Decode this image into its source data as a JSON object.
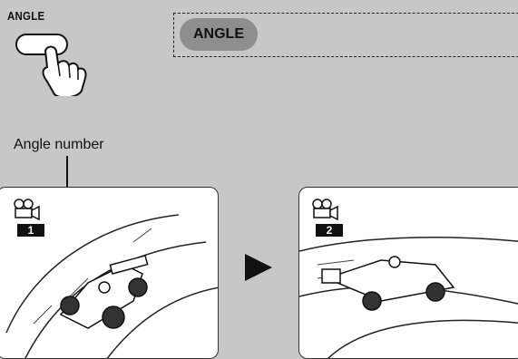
{
  "remote": {
    "button_label": "ANGLE"
  },
  "osd": {
    "label": "ANGLE"
  },
  "callout": {
    "label": "Angle number"
  },
  "screens": [
    {
      "angle_number": "1"
    },
    {
      "angle_number": "2"
    }
  ]
}
